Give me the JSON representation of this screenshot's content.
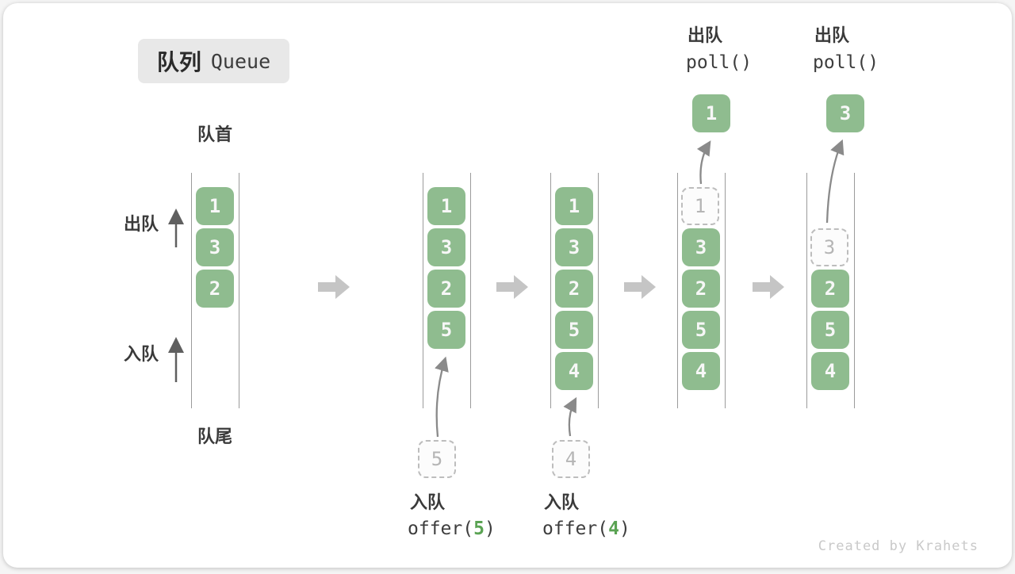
{
  "title": {
    "zh": "队列",
    "en": "Queue"
  },
  "labels": {
    "front": "队首",
    "rear": "队尾",
    "dequeue_side": "出队",
    "enqueue_side": "入队"
  },
  "colors": {
    "item_green": "#8fbc8f",
    "item_text": "#f7f7f7",
    "ghost_border": "#bdbdbd",
    "ghost_text": "#b5b5b5",
    "code_arg_green": "#5aa353",
    "block_arrow_gray": "#c5c5c5",
    "title_box_bg": "#e8e8e8"
  },
  "columns": [
    {
      "name": "state-1",
      "items": [
        {
          "v": "1",
          "row": 0,
          "style": "green"
        },
        {
          "v": "3",
          "row": 1,
          "style": "green"
        },
        {
          "v": "2",
          "row": 2,
          "style": "green"
        }
      ]
    },
    {
      "name": "state-2-after-offer-5",
      "items": [
        {
          "v": "1",
          "row": 0,
          "style": "green"
        },
        {
          "v": "3",
          "row": 1,
          "style": "green"
        },
        {
          "v": "2",
          "row": 2,
          "style": "green"
        },
        {
          "v": "5",
          "row": 3,
          "style": "green"
        }
      ],
      "pending": {
        "v": "5"
      }
    },
    {
      "name": "state-3-after-offer-4",
      "items": [
        {
          "v": "1",
          "row": 0,
          "style": "green"
        },
        {
          "v": "3",
          "row": 1,
          "style": "green"
        },
        {
          "v": "2",
          "row": 2,
          "style": "green"
        },
        {
          "v": "5",
          "row": 3,
          "style": "green"
        },
        {
          "v": "4",
          "row": 4,
          "style": "green"
        }
      ],
      "pending": {
        "v": "4"
      }
    },
    {
      "name": "state-4-after-poll-1",
      "items": [
        {
          "v": "1",
          "row": 0,
          "style": "dashed"
        },
        {
          "v": "3",
          "row": 1,
          "style": "green"
        },
        {
          "v": "2",
          "row": 2,
          "style": "green"
        },
        {
          "v": "5",
          "row": 3,
          "style": "green"
        },
        {
          "v": "4",
          "row": 4,
          "style": "green"
        }
      ],
      "popped": {
        "v": "1"
      }
    },
    {
      "name": "state-5-after-poll-3",
      "items": [
        {
          "v": "3",
          "row": 1,
          "style": "dashed"
        },
        {
          "v": "2",
          "row": 2,
          "style": "green"
        },
        {
          "v": "5",
          "row": 3,
          "style": "green"
        },
        {
          "v": "4",
          "row": 4,
          "style": "green"
        }
      ],
      "popped": {
        "v": "3"
      }
    }
  ],
  "operations": {
    "offer5": {
      "label": "入队",
      "fn": "offer(",
      "arg": "5",
      "close": ")"
    },
    "offer4": {
      "label": "入队",
      "fn": "offer(",
      "arg": "4",
      "close": ")"
    },
    "poll1": {
      "label": "出队",
      "fn": "poll()"
    },
    "poll2": {
      "label": "出队",
      "fn": "poll()"
    }
  },
  "watermark": "Created by Krahets"
}
